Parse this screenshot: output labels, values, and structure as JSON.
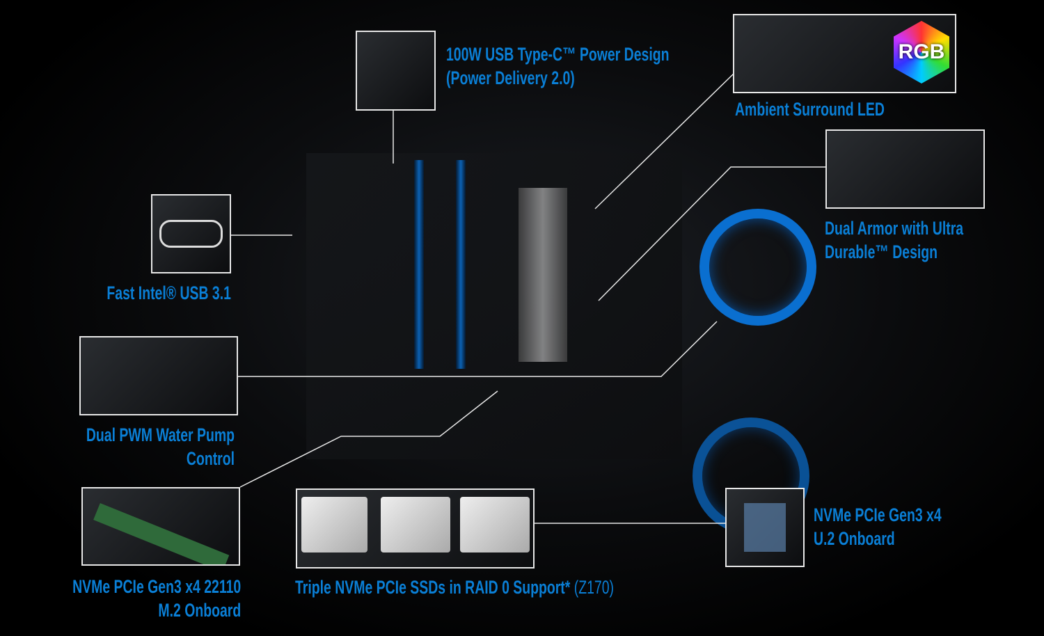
{
  "features": {
    "usb_c": {
      "line1": "100W USB Type-C™ Power Design",
      "line2": "(Power Delivery 2.0)"
    },
    "led": {
      "title": "Ambient Surround LED",
      "badge": "RGB"
    },
    "armor": {
      "line1": "Dual Armor with Ultra",
      "line2": "Durable™ Design"
    },
    "usb31": {
      "title": "Fast Intel® USB 3.1"
    },
    "pump": {
      "line1": "Dual PWM Water Pump",
      "line2": "Control"
    },
    "m2": {
      "line1": "NVMe PCIe Gen3 x4 22110",
      "line2": "M.2 Onboard"
    },
    "raid": {
      "title": "Triple NVMe PCIe SSDs in RAID 0 Support*",
      "suffix": "(Z170)"
    },
    "u2": {
      "line1": "NVMe PCIe Gen3 x4",
      "line2": "U.2 Onboard"
    }
  },
  "colors": {
    "accent": "#0a7fd6",
    "border": "#e8e8e8"
  }
}
